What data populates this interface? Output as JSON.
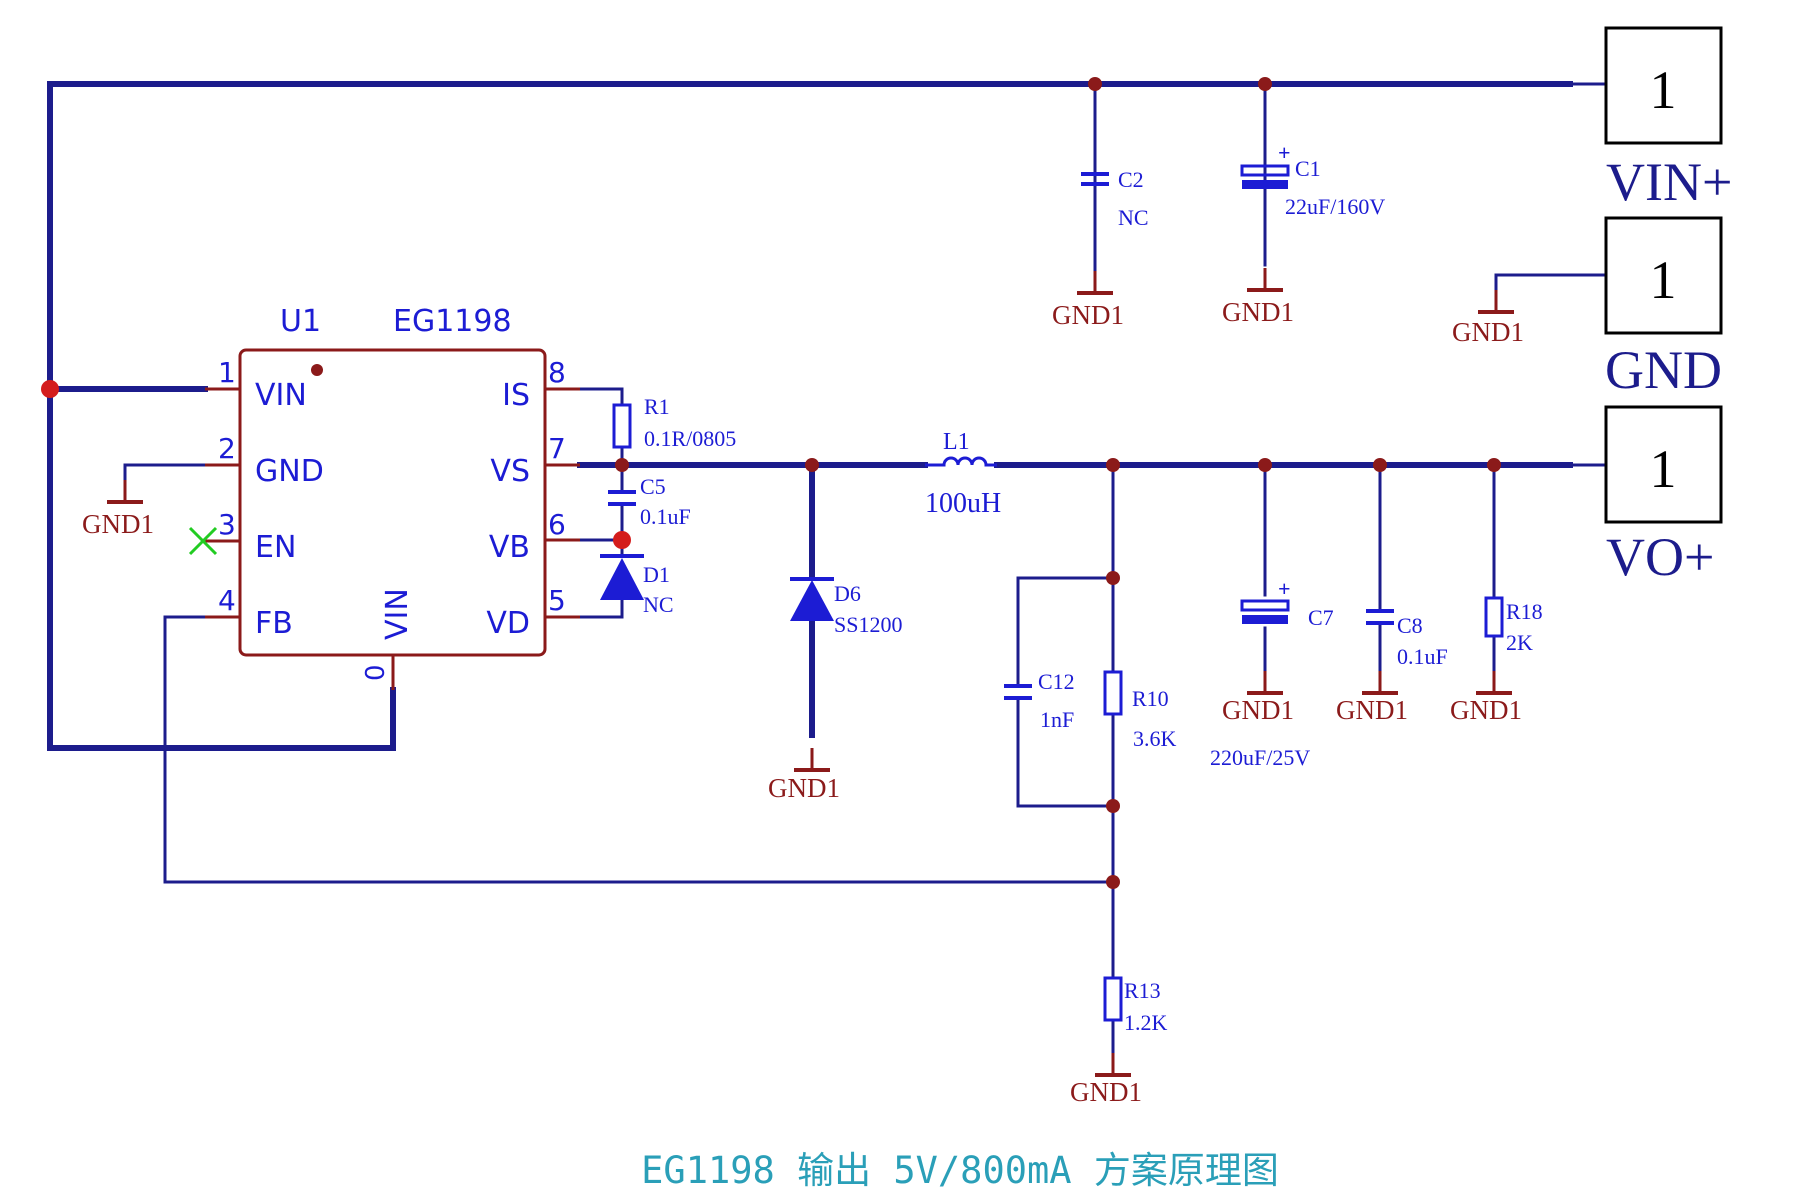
{
  "caption": "EG1198 输出 5V/800mA 方案原理图",
  "ic": {
    "ref": "U1",
    "part": "EG1198",
    "pins_left": [
      {
        "num": "1",
        "name": "VIN"
      },
      {
        "num": "2",
        "name": "GND"
      },
      {
        "num": "3",
        "name": "EN"
      },
      {
        "num": "4",
        "name": "FB"
      }
    ],
    "pins_right": [
      {
        "num": "8",
        "name": "IS"
      },
      {
        "num": "7",
        "name": "VS"
      },
      {
        "num": "6",
        "name": "VB"
      },
      {
        "num": "5",
        "name": "VD"
      }
    ],
    "pin_bottom": {
      "num": "0",
      "name": "VIN"
    }
  },
  "components": {
    "C2": {
      "ref": "C2",
      "value": "NC"
    },
    "C1": {
      "ref": "C1",
      "value": "22uF/160V"
    },
    "R1": {
      "ref": "R1",
      "value": "0.1R/0805"
    },
    "C5": {
      "ref": "C5",
      "value": "0.1uF"
    },
    "D1": {
      "ref": "D1",
      "value": "NC"
    },
    "D6": {
      "ref": "D6",
      "value": "SS1200"
    },
    "L1": {
      "ref": "L1",
      "value": "100uH"
    },
    "C12": {
      "ref": "C12",
      "value": "1nF"
    },
    "R10": {
      "ref": "R10",
      "value": "3.6K"
    },
    "C7": {
      "ref": "C7",
      "value": "220uF/25V"
    },
    "C8": {
      "ref": "C8",
      "value": "0.1uF"
    },
    "R18": {
      "ref": "R18",
      "value": "2K"
    },
    "R13": {
      "ref": "R13",
      "value": "1.2K"
    }
  },
  "ground_label": "GND1",
  "connectors": [
    {
      "pin": "1",
      "label": "VIN+"
    },
    {
      "pin": "1",
      "label": "GND"
    },
    {
      "pin": "1",
      "label": "VO+"
    }
  ],
  "plus_sign": "+",
  "colors": {
    "wire": "#1c1c8c",
    "component": "#1c1cd4",
    "ic_outline": "#8b1a1a",
    "ground": "#8b1a1a",
    "junction": "#d41c1c",
    "caption": "#2a9fb8",
    "no_connect": "#22cc22"
  }
}
